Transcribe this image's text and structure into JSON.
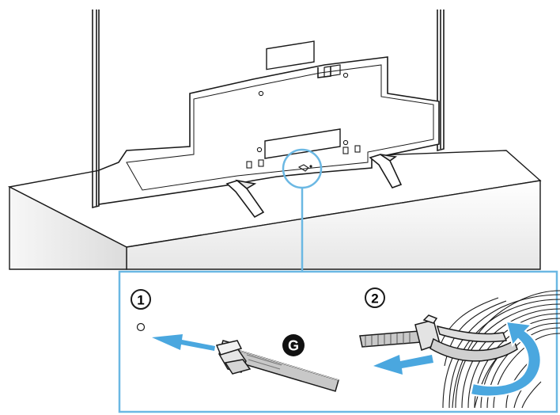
{
  "steps": {
    "step1": {
      "number": "1"
    },
    "step2": {
      "number": "2"
    }
  },
  "part_label": {
    "text": "G"
  },
  "colors": {
    "callout": "#6bb8e3",
    "arrow": "#4aa7df",
    "line": "#1a1a1a",
    "stand_face": "#f2f2f2",
    "stand_shadow": "#d9d9d9"
  },
  "icons": {
    "step1_badge": "circled-number-1",
    "step2_badge": "circled-number-2",
    "part_badge": "black-circle-letter-g",
    "insert_arrow": "arrow-left",
    "pull_arrow": "arrow-left",
    "wrap_arrow": "curved-arrow"
  }
}
